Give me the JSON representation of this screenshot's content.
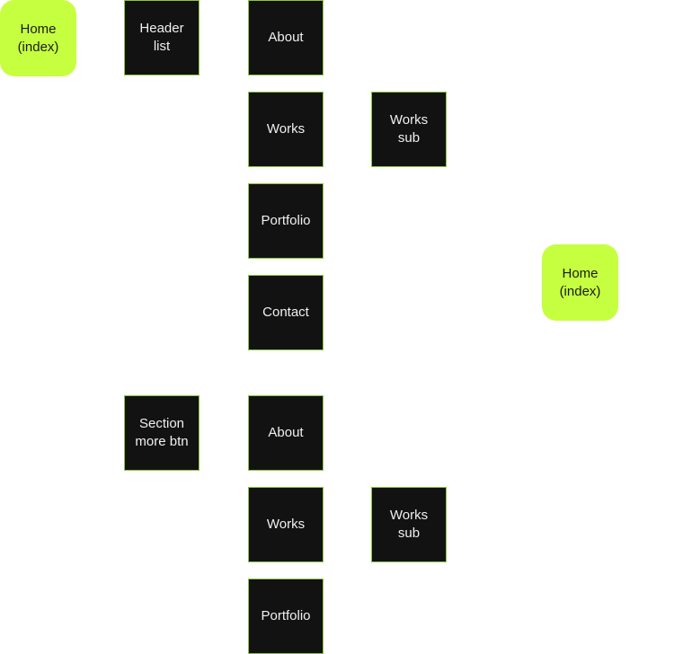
{
  "colors": {
    "lime_node": "#c6ff40",
    "dark_node": "#121212",
    "dark_border": "#8bc53f"
  },
  "nodes": {
    "home_top": "Home\n(index)",
    "header_list": "Header\nlist",
    "about_1": "About",
    "works_1": "Works",
    "works_sub_1": "Works\nsub",
    "portfolio_1": "Portfolio",
    "contact_1": "Contact",
    "home_right": "Home\n(index)",
    "section_more_btn": "Section\nmore btn",
    "about_2": "About",
    "works_2": "Works",
    "works_sub_2": "Works\nsub",
    "portfolio_2": "Portfolio"
  }
}
